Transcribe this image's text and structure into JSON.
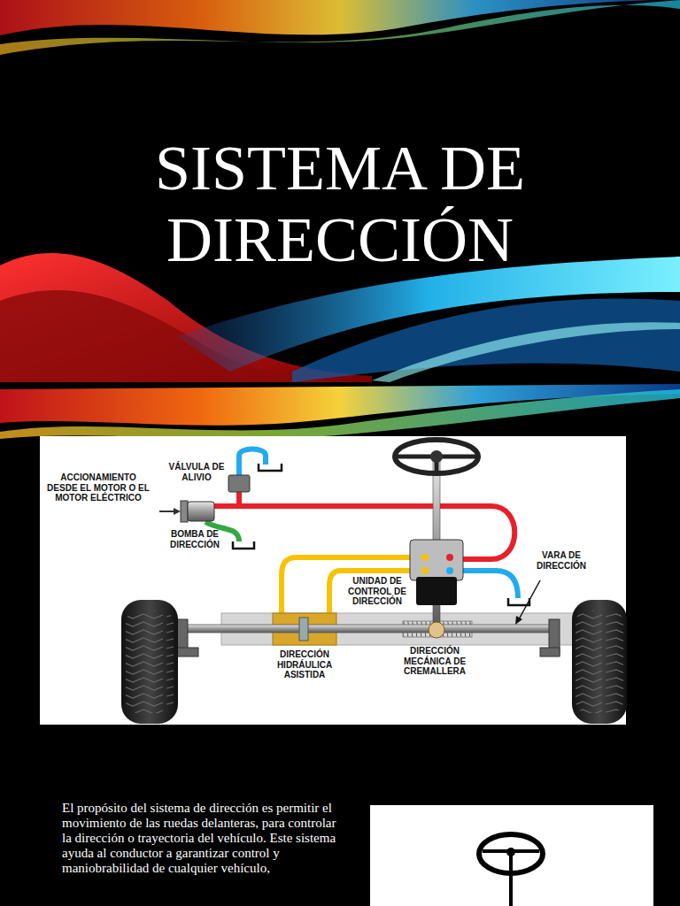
{
  "diagram": {
    "title": "SISTEMA DE DIRECCIÓN",
    "labels": [
      "ACCIONAMIENTO DESDE EL MOTOR O EL MOTOR ELÉCTRICO",
      "VÁLVULA DE ALIVIO",
      "BOMBA DE DIRECCIÓN",
      "UNIDAD DE CONTROL DE DIRECCIÓN",
      "VARA DE DIRECCIÓN",
      "DIRECCIÓN HIDRÁULICA ASISTIDA",
      "DIRECCIÓN MECÁNICA DE CREMALLERA",
      "El propósito del sistema de dirección es permitir el movimiento de las ruedas delanteras, para controlar la dirección o trayectoria del vehículo. Este sistema ayuda al conductor a garantizar control y maniobrabilidad de cualquier vehículo,"
    ]
  }
}
